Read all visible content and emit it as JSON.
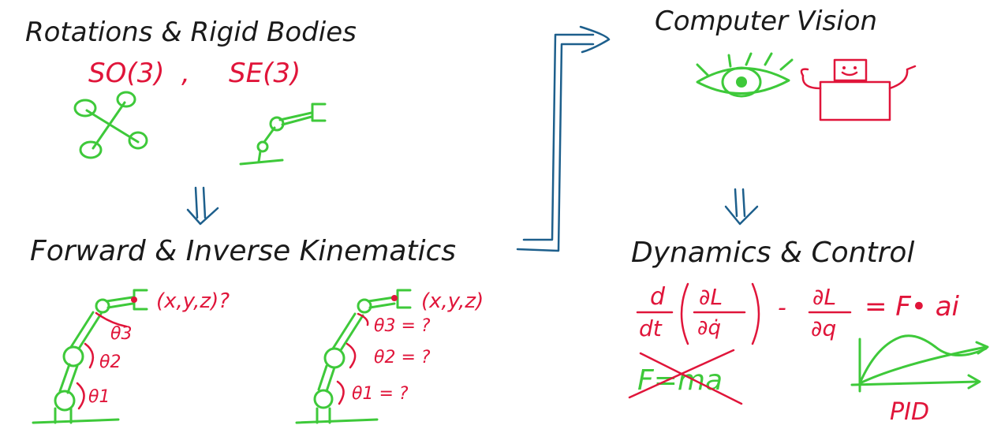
{
  "sections": {
    "rotations": {
      "title": "Rotations & Rigid Bodies",
      "so3": "SO(3)",
      "comma": ",",
      "se3": "SE(3)"
    },
    "kinematics": {
      "title": "Forward & Inverse Kinematics",
      "fk_target": "(x,y,z)?",
      "fk_theta3": "θ3",
      "fk_theta2": "θ2",
      "fk_theta1": "θ1",
      "ik_target": "(x,y,z)",
      "ik_theta3": "θ3 = ?",
      "ik_theta2": "θ2 = ?",
      "ik_theta1": "θ1 = ?"
    },
    "vision": {
      "title": "Computer Vision"
    },
    "dynamics": {
      "title": "Dynamics & Control",
      "eq_d": "d",
      "eq_dt": "dt",
      "eq_dL": "∂L",
      "eq_dq": "∂q̇",
      "eq_minus": "-",
      "eq_dL2": "∂L",
      "eq_dq2": "∂q",
      "eq_rhs": "= F• ai",
      "crossed": "F=ma",
      "pid": "PID"
    }
  },
  "colors": {
    "ink": "#1a1a1a",
    "red": "#e0153a",
    "green": "#3ec93a",
    "blue": "#1d5f8c"
  }
}
